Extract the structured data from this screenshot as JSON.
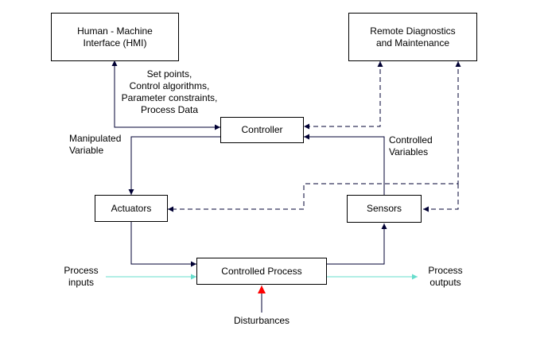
{
  "nodes": {
    "hmi": {
      "line1": "Human - Machine",
      "line2": "Interface (HMI)"
    },
    "remote": {
      "line1": "Remote Diagnostics",
      "line2": "and Maintenance"
    },
    "controller": "Controller",
    "actuators": "Actuators",
    "sensors": "Sensors",
    "process": "Controlled Process"
  },
  "labels": {
    "setpoints": [
      "Set points,",
      "Control algorithms,",
      "Parameter constraints,",
      "Process Data"
    ],
    "manipulated": [
      "Manipulated",
      "Variable"
    ],
    "controlled": [
      "Controlled",
      "Variables"
    ],
    "inputs": [
      "Process",
      "inputs"
    ],
    "outputs": [
      "Process",
      "outputs"
    ],
    "disturbances": "Disturbances"
  },
  "colors": {
    "line": "#000033",
    "process_flow": "#66ddcc",
    "disturbance": "#ff0000"
  }
}
